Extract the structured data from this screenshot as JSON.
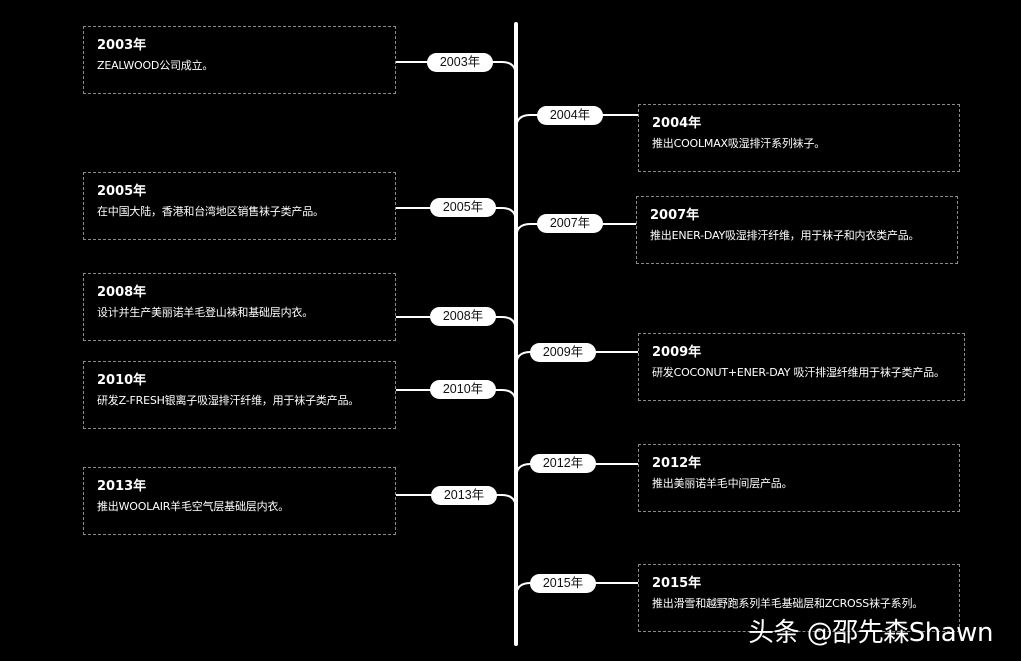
{
  "timeline": {
    "events": [
      {
        "year_label": "2003年",
        "title": "2003年",
        "desc": "ZEALWOOD公司成立。"
      },
      {
        "year_label": "2004年",
        "title": "2004年",
        "desc": "推出COOLMAX吸湿排汗系列袜子。"
      },
      {
        "year_label": "2005年",
        "title": "2005年",
        "desc": "在中国大陆，香港和台湾地区销售袜子类产品。"
      },
      {
        "year_label": "2007年",
        "title": "2007年",
        "desc": "推出ENER-DAY吸湿排汗纤维，用于袜子和内衣类产品。"
      },
      {
        "year_label": "2008年",
        "title": "2008年",
        "desc": "设计并生产美丽诺羊毛登山袜和基础层内衣。"
      },
      {
        "year_label": "2009年",
        "title": "2009年",
        "desc": "研发COCONUT+ENER-DAY 吸汗排湿纤维用于袜子类产品。"
      },
      {
        "year_label": "2010年",
        "title": "2010年",
        "desc": "研发Z-FRESH银离子吸湿排汗纤维，用于袜子类产品。"
      },
      {
        "year_label": "2012年",
        "title": "2012年",
        "desc": "推出美丽诺羊毛中间层产品。"
      },
      {
        "year_label": "2013年",
        "title": "2013年",
        "desc": "推出WOOLAIR羊毛空气层基础层内衣。"
      },
      {
        "year_label": "2015年",
        "title": "2015年",
        "desc": "推出滑雪和越野跑系列羊毛基础层和ZCROSS袜子系列。"
      }
    ]
  },
  "watermark": {
    "text": "头条 @邵先森Shawn"
  },
  "colors": {
    "background": "#000000",
    "line": "#ffffff",
    "card_border": "#8a8a8a",
    "pill_text": "#111111"
  }
}
